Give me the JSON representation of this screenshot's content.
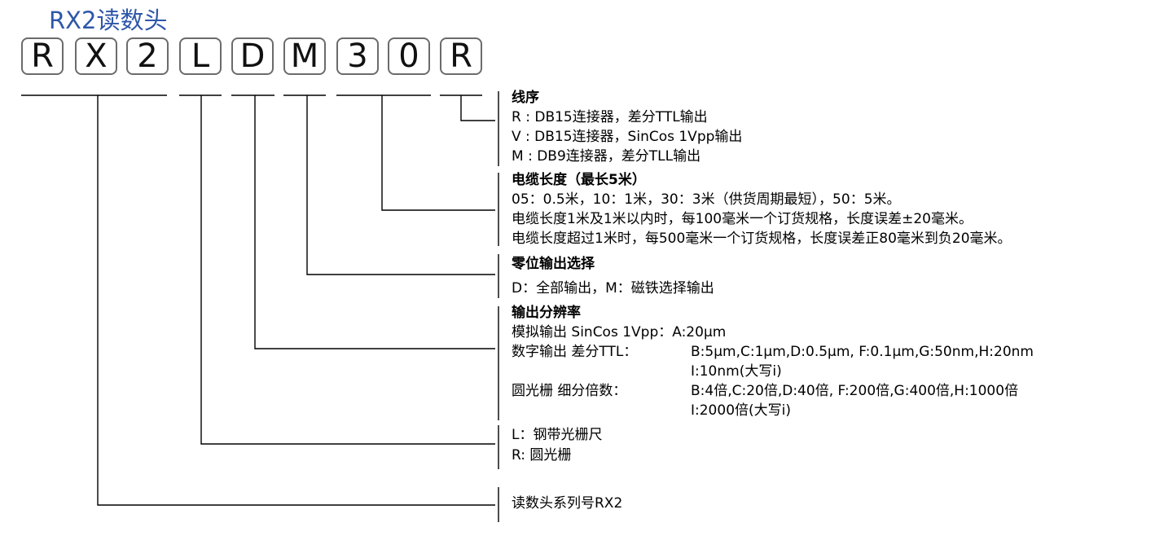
{
  "title": "RX2读数头",
  "code_chars": [
    "R",
    "X",
    "2",
    "L",
    "D",
    "M",
    "3",
    "0",
    "R"
  ],
  "line_color": "#000000",
  "title_color": "#2e57a8",
  "sections": {
    "wiring": {
      "heading": "线序",
      "lines": [
        "R : DB15连接器，差分TTL输出",
        "V : DB15连接器，SinCos 1Vpp输出",
        "M : DB9连接器，差分TLL输出"
      ]
    },
    "cable": {
      "heading": "电缆长度（最长5米）",
      "lines": [
        "05：0.5米，10：1米，30：3米（供货周期最短），50：5米。",
        "电缆长度1米及1米以内时，每100毫米一个订货规格，长度误差±20毫米。",
        "电缆长度超过1米时，每500毫米一个订货规格，长度误差正80毫米到负20毫米。"
      ]
    },
    "zero": {
      "heading": "零位输出选择",
      "lines": [
        "D：全部输出，M：磁铁选择输出"
      ]
    },
    "resolution": {
      "heading": "输出分辨率",
      "analog": "模拟输出 SinCos 1Vpp：A:20μm",
      "digital_label": "数字输出 差分TTL：",
      "digital_line1": "B:5μm,C:1μm,D:0.5μm, F:0.1μm,G:50nm,H:20nm",
      "digital_line2": "I:10nm(大写i)",
      "circ_label": "圆光栅 细分倍数：",
      "circ_line1": "B:4倍,C:20倍,D:40倍, F:200倍,G:400倍,H:1000倍",
      "circ_line2": "I:2000倍(大写i)"
    },
    "scale": {
      "lines": [
        "L：钢带光栅尺",
        "R:  圆光栅"
      ]
    },
    "series": {
      "lines": [
        "读数头系列号RX2"
      ]
    }
  }
}
